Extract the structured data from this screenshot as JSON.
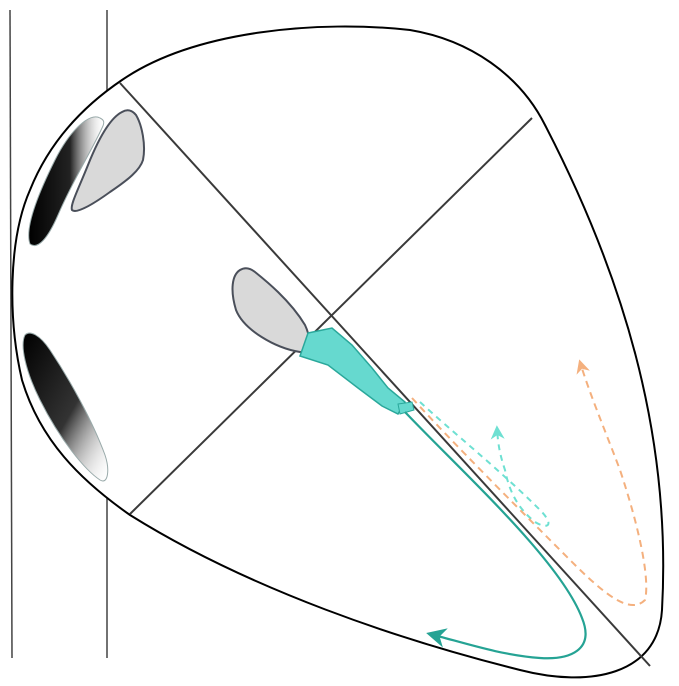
{
  "diagram": {
    "colors": {
      "outline": "#000000",
      "divider": "#3a3a3a",
      "wall": "#444444",
      "grey_shape_fill": "#d9d9d9",
      "grey_shape_stroke": "#4a4f5a",
      "teal_fill": "#66d9cf",
      "teal_stroke": "#2aa89b",
      "teal_dark": "#25a394",
      "teal_light": "#6ee0d2",
      "orange": "#f4b07e",
      "shadow_dark": "#000000"
    },
    "arrows": {
      "solid_teal": "solid",
      "dashed_teal": "dashed",
      "dashed_orange": "dashed"
    }
  }
}
